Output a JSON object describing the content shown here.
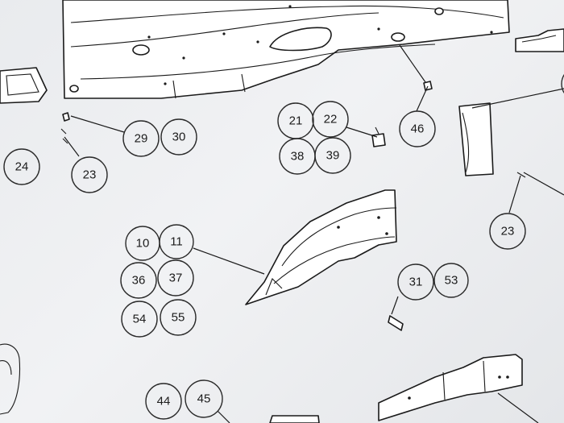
{
  "callouts": {
    "c21": "21",
    "c22": "22",
    "c46": "46",
    "c29": "29",
    "c30": "30",
    "c24": "24",
    "c23a": "23",
    "c38": "38",
    "c39": "39",
    "c23b": "23",
    "c10": "10",
    "c11": "11",
    "c36": "36",
    "c37": "37",
    "c54": "54",
    "c55": "55",
    "c31": "31",
    "c53": "53",
    "c44": "44",
    "c45": "45"
  }
}
